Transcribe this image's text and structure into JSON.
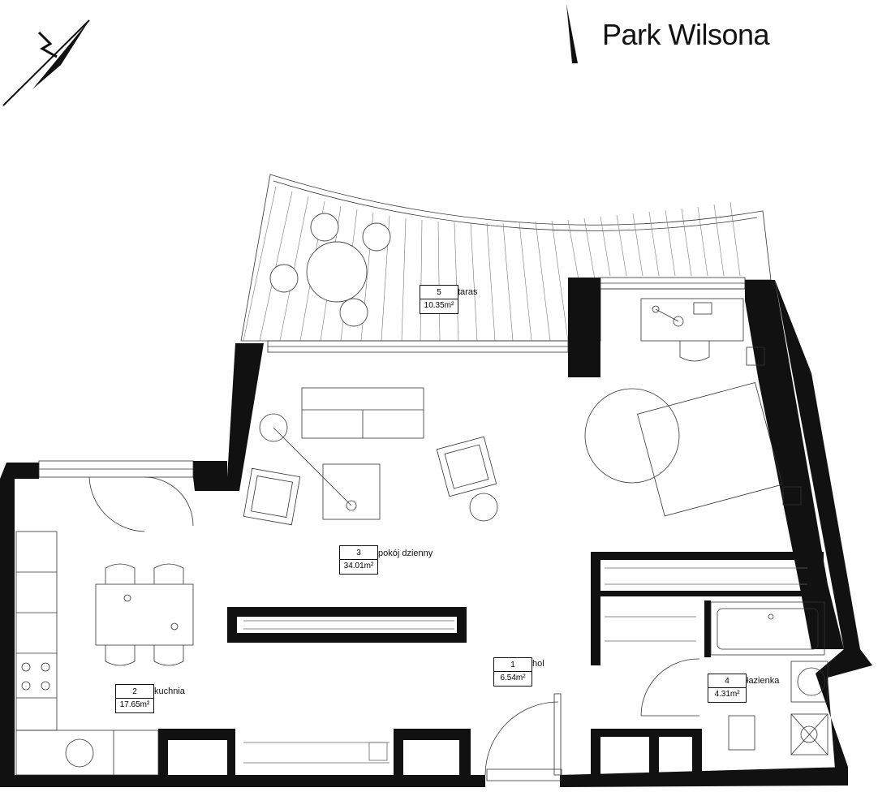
{
  "header": {
    "title": "Park Wilsona"
  },
  "icons": {
    "north": "north-arrow-icon",
    "park": "park-direction-icon"
  },
  "rooms": [
    {
      "number": "1",
      "name": "hol",
      "area": "6.54m²"
    },
    {
      "number": "2",
      "name": "kuchnia",
      "area": "17.65m²"
    },
    {
      "number": "3",
      "name": "pokój dzienny",
      "area": "34.01m²"
    },
    {
      "number": "4",
      "name": "łazienka",
      "area": "4.31m²"
    },
    {
      "number": "5",
      "name": "taras",
      "area": "10.35m²"
    }
  ]
}
